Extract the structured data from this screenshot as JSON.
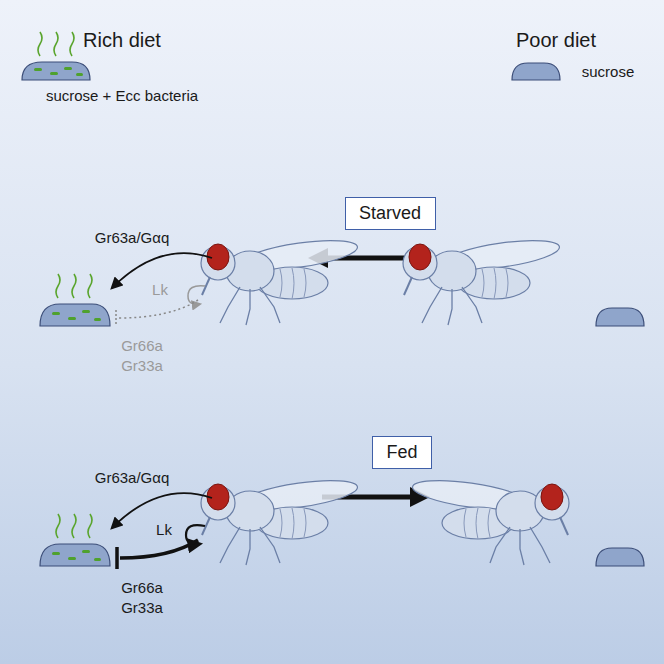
{
  "diagram": {
    "nodes": [
      {
        "text": [
          "Starved"
        ]
      },
      {
        "text": [
          "Fed"
        ]
      }
    ],
    "labels": [
      "Rich diet",
      "sucrose + Ecc bacteria",
      "Poor diet",
      "sucrose",
      "Gr63a/Gαq",
      "Lk",
      "Gr66a",
      "Gr33a",
      "Gr63a/Gαq",
      "Lk",
      "Gr66a",
      "Gr33a"
    ]
  }
}
